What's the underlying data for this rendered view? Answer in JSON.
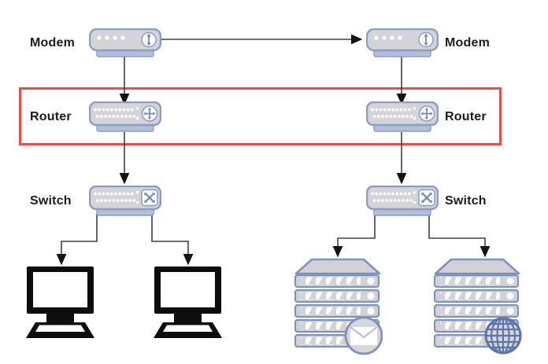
{
  "diagram_type": "network-topology",
  "devices": [
    {
      "id": "modem-left",
      "label": "Modem",
      "icon": "modem-icon",
      "label_side": "left"
    },
    {
      "id": "router-left",
      "label": "Router",
      "icon": "router-icon",
      "label_side": "left"
    },
    {
      "id": "switch-left",
      "label": "Switch",
      "icon": "switch-icon",
      "label_side": "left"
    },
    {
      "id": "modem-right",
      "label": "Modem",
      "icon": "modem-icon",
      "label_side": "right"
    },
    {
      "id": "router-right",
      "label": "Router",
      "icon": "router-icon",
      "label_side": "right"
    },
    {
      "id": "switch-right",
      "label": "Switch",
      "icon": "switch-icon",
      "label_side": "right"
    }
  ],
  "endpoints": [
    {
      "id": "pc-1",
      "icon": "desktop-computer-icon"
    },
    {
      "id": "pc-2",
      "icon": "desktop-computer-icon"
    },
    {
      "id": "server-mail",
      "icon": "mail-server-icon"
    },
    {
      "id": "server-web",
      "icon": "web-server-icon"
    }
  ],
  "connections": [
    {
      "from": "modem-left",
      "to": "router-left",
      "arrow": true
    },
    {
      "from": "modem-left",
      "to": "modem-right",
      "arrow": true
    },
    {
      "from": "router-left",
      "to": "switch-left",
      "arrow": true
    },
    {
      "from": "switch-left",
      "to": "pc-1",
      "arrow": true
    },
    {
      "from": "switch-left",
      "to": "pc-2",
      "arrow": true
    },
    {
      "from": "modem-right",
      "to": "router-right",
      "arrow": true
    },
    {
      "from": "router-right",
      "to": "switch-right",
      "arrow": true
    },
    {
      "from": "switch-right",
      "to": "server-mail",
      "arrow": true
    },
    {
      "from": "switch-right",
      "to": "server-web",
      "arrow": true
    }
  ],
  "highlight": {
    "shape": "rectangle",
    "color": "#e2504a",
    "encloses": [
      "router-left",
      "router-right"
    ]
  },
  "colors": {
    "background": "#ffffff",
    "device_fill": "#d4d4d8",
    "device_border": "#8b9cc6",
    "device_base_fill": "#b3bfda",
    "icon_accent": "#7587ba",
    "server_border": "#7e92c0",
    "globe_blue": "#5d74a9",
    "connector_line": "#404040",
    "monitor_black": "#0d0d0d",
    "highlight_red": "#e2504a"
  }
}
